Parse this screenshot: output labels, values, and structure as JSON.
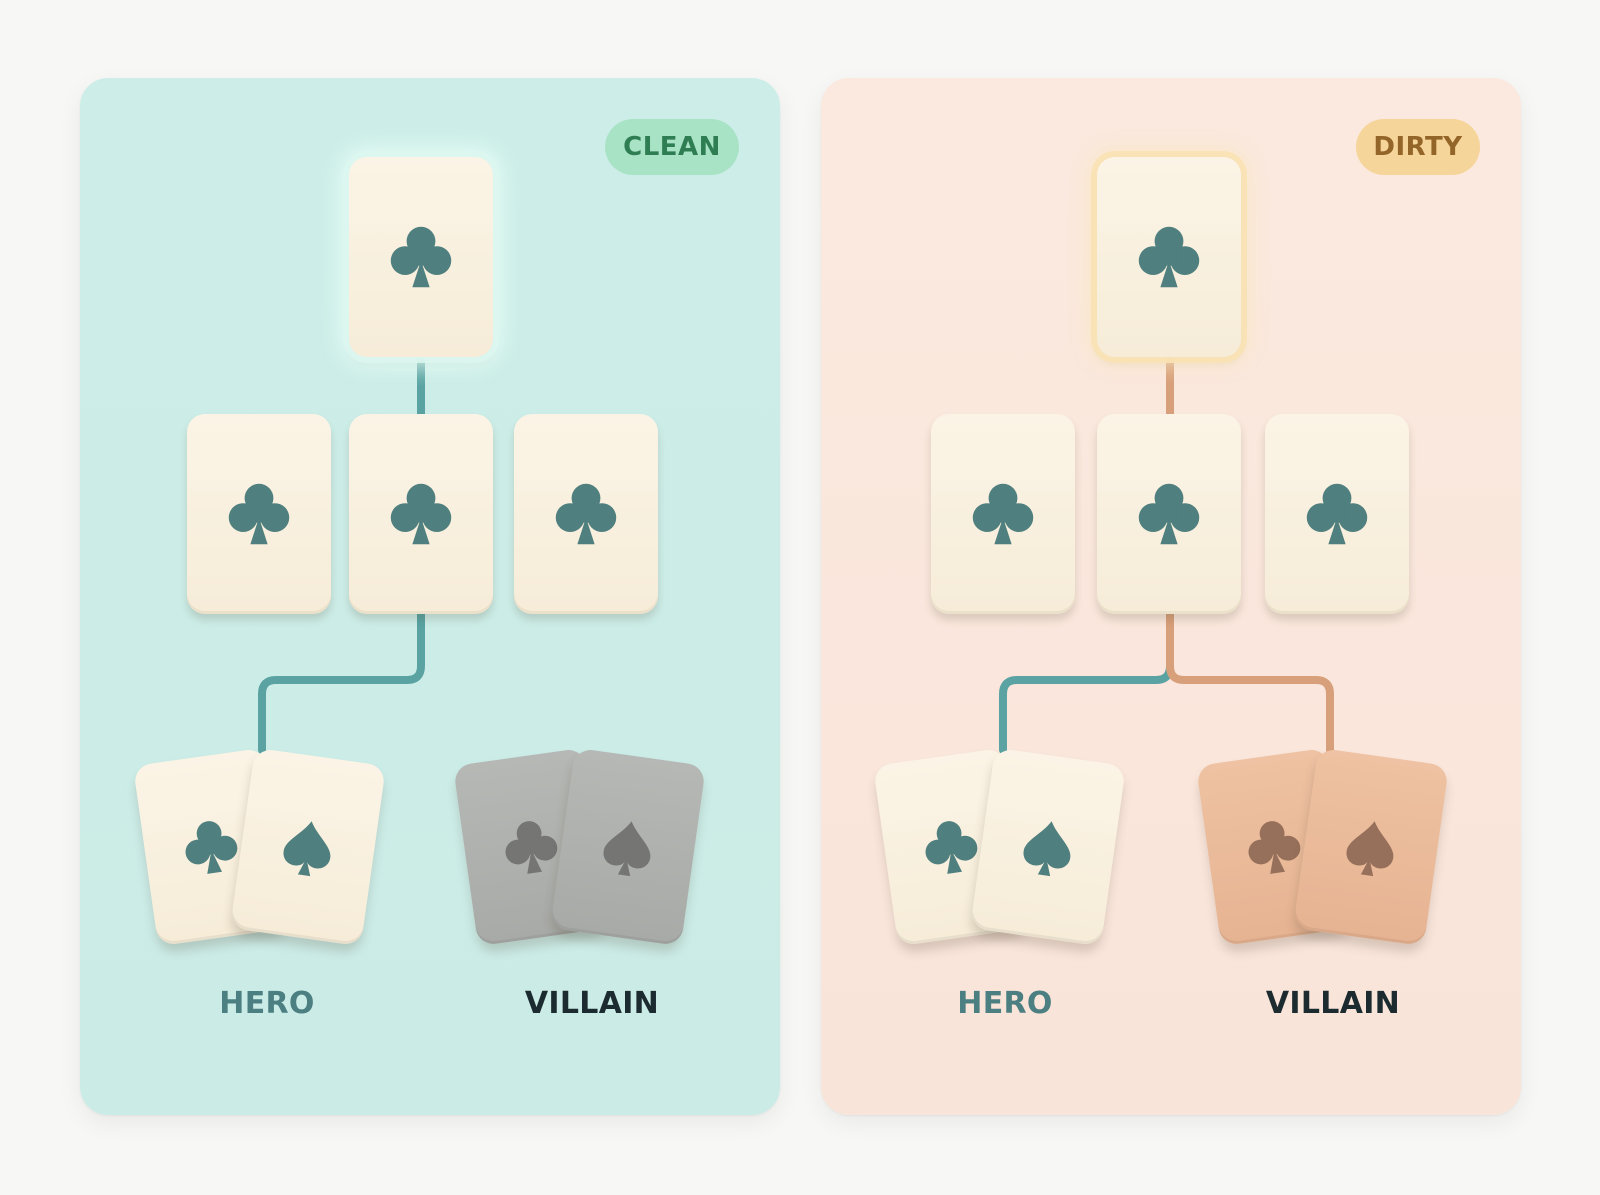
{
  "panels": [
    {
      "id": "clean",
      "badge": "CLEAN",
      "players": {
        "hero": "HERO",
        "villain": "VILLAIN"
      },
      "colors": {
        "background": "#cdeee8",
        "badge_bg": "#a9e3c6",
        "badge_text": "#2f7d52",
        "connector": "#5aa3a2",
        "villain_cards": "#b0b2af"
      }
    },
    {
      "id": "dirty",
      "badge": "DIRTY",
      "players": {
        "hero": "HERO",
        "villain": "VILLAIN"
      },
      "colors": {
        "background": "#fbe9df",
        "badge_bg": "#f5d59a",
        "badge_text": "#946528",
        "connector_top": "#d8a07a",
        "connector_hero": "#5aa3a2",
        "connector_villain": "#d8a07a",
        "villain_cards": "#eabb9b"
      }
    }
  ],
  "cards": {
    "top": "club-icon",
    "board": [
      "club-icon",
      "club-icon",
      "club-icon"
    ],
    "hands": [
      "club-icon",
      "spade-icon"
    ]
  }
}
